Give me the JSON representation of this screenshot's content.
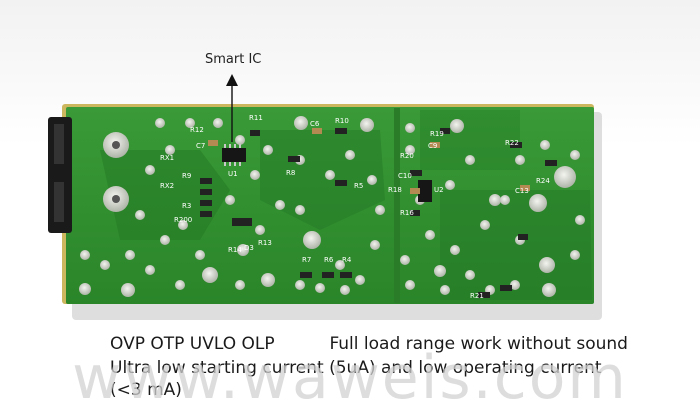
{
  "annotation": {
    "label": "Smart IC"
  },
  "captions": {
    "protections": "OVP OTP UVLO OLP",
    "silent": "Full load range work without sound",
    "line2": "Ultra low starting current (5uA) and low operating current",
    "line3": "(<3 mA)"
  },
  "watermark": "www.waweis.com",
  "silkscreen": {
    "r11": "R11",
    "r12": "R12",
    "c7": "C7",
    "u1": "U1",
    "r10": "R10",
    "c6": "C6",
    "r8": "R8",
    "rx1": "RX1",
    "rx2": "RX2",
    "r9": "R9",
    "r3": "R3",
    "r5": "R5",
    "r13": "R13",
    "r14": "R14",
    "d3": "D3",
    "r7": "R7",
    "r6": "R6",
    "r4": "R4",
    "r19": "R19",
    "r20": "R20",
    "c9": "C9",
    "c10": "C10",
    "u2": "U2",
    "r18": "R18",
    "r16": "R16",
    "r22": "R22",
    "r24": "R24",
    "c13": "C13",
    "r21": "R21",
    "r200": "R200"
  },
  "colors": {
    "pcb": "#2e8f2c",
    "pcb_dark": "#1f6d22",
    "pad": "#e3e5df",
    "connector": "#1a1a1a",
    "board_edge": "#c8b35a"
  }
}
